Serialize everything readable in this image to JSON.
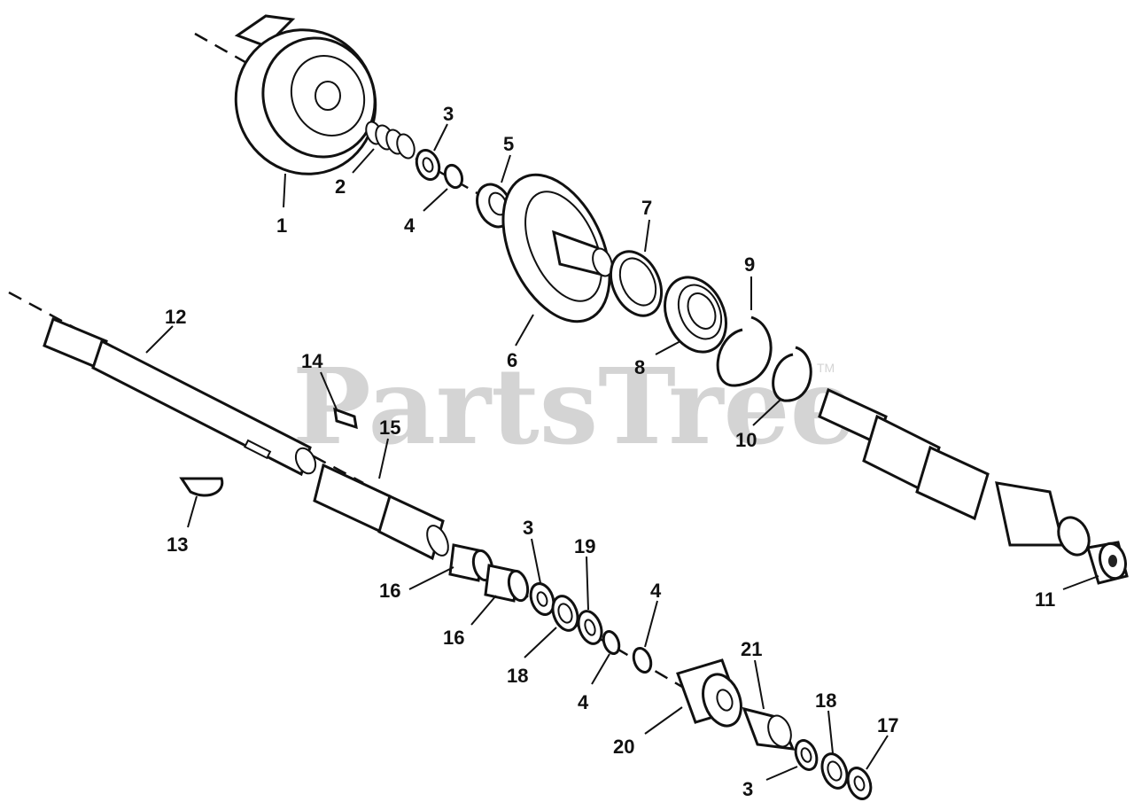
{
  "watermark": {
    "text": "PartsTree",
    "trademark": "TM"
  },
  "callouts": {
    "c1": "1",
    "c2": "2",
    "c3a": "3",
    "c4a": "4",
    "c5": "5",
    "c6": "6",
    "c7": "7",
    "c8": "8",
    "c9": "9",
    "c10": "10",
    "c11": "11",
    "c12": "12",
    "c13": "13",
    "c14": "14",
    "c15": "15",
    "c16a": "16",
    "c16b": "16",
    "c3b": "3",
    "c19": "19",
    "c4b": "4",
    "c18a": "18",
    "c4c": "4",
    "c21": "21",
    "c20": "20",
    "c18b": "18",
    "c17": "17",
    "c3c": "3"
  }
}
